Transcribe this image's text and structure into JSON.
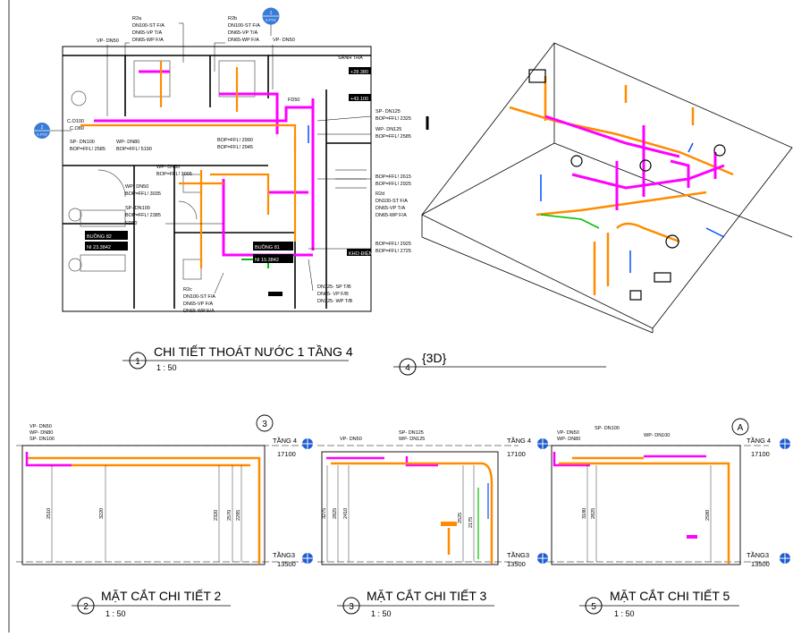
{
  "views": [
    {
      "number": "1",
      "title": "CHI TIẾT THOÁT NƯỚC  1 TẦNG 4",
      "scale": "1 : 50"
    },
    {
      "number": "4",
      "title": "{3D}",
      "scale": ""
    },
    {
      "number": "2",
      "title": "MẶT CẮT CHI TIẾT 2",
      "scale": "1 : 50"
    },
    {
      "number": "3",
      "title": "MẶT CẮT CHI TIẾT 3",
      "scale": "1 : 50"
    },
    {
      "number": "5",
      "title": "MẶT CẮT CHI TIẾT 5",
      "scale": "1 : 50"
    }
  ],
  "plan": {
    "callout_top": {
      "num": "1",
      "sheet": "E.P.02"
    },
    "callout_left": {
      "num": "2",
      "sheet": "E.P.02"
    },
    "tags": {
      "r2a": [
        "R2a",
        "DN100-ST F/A",
        "DN65-VP T/A",
        "DN65-WP F/A"
      ],
      "r2b": [
        "R2b",
        "DN100-ST F/A",
        "DN65-VP T/A",
        "DN65-WP F/A"
      ],
      "vp_dn50_left": "VP- DN50",
      "vp_dn50_right": "VP- DN50",
      "co100": "C.O100",
      "co80": "C.O80",
      "sp_dn100": "SP- DN100",
      "bop_2585": "BOP=FFL! 2585",
      "wp_dn80": "WP- DN80",
      "bop_5190": "BOP=FFL! 5190",
      "sp_dn125": "SP- DN125",
      "bop_2325": "BOP=FFL! 2325",
      "wp_dn125": "WP- DN125",
      "bop_2585b": "BOP=FFL! 2585",
      "bop_2990": "BOP=FFL! 2990",
      "bop_2945": "BOP=FFL! 2945",
      "fd50_top": "FD50",
      "wp_dn80b": "WP- DN80",
      "bop_3005": "BOP=FFL! 3005",
      "wp_dn50": "WP- DN50",
      "bop_3035": "BOP=FFL! 3035",
      "sp_dn100b": "SP- DN100",
      "bop_2385": "BOP=FFL! 2385",
      "fd50": "FD50",
      "bop_2615": "BOP=FFL! 2615",
      "bop_2925": "BOP=FFL! 2925",
      "r2d": [
        "R2d",
        "DN100-ST F/A",
        "DN65-VP T/A",
        "DN65-WP F/A"
      ],
      "bop_2925b": "BOP=FFL! 2925",
      "bop_2725": "BOP=FFL! 2725",
      "r2c": [
        "R2c",
        "DN100-ST F/A",
        "DN65-VP F/A",
        "DN65-WP F/A"
      ],
      "dn125_sp": "DN125- SP T/B",
      "dn65_vp": "DN65- VP F/B",
      "dn125_wp": "DN125- WP T/B",
      "room_82": "BUỒNG 82",
      "room_82_level": "NI  23.3842",
      "room_81": "BUỒNG 81",
      "room_81_level": "NI  15.3842",
      "sanh": "SẢNH TRA",
      "lvl_a": "+28.380",
      "lvl_b": "+43.100",
      "kho": "KHO ĐIỆN"
    }
  },
  "sections": {
    "s2": {
      "marker": "3",
      "labels": [
        "VP- DN50",
        "WP- DN80",
        "SP- DN100"
      ],
      "dims": [
        "2510",
        "3220",
        "2320",
        "2570",
        "2285"
      ],
      "level_top": {
        "name": "TẦNG 4",
        "elev": "17100"
      },
      "level_bot": {
        "name": "TẦNG3",
        "elev": "13500"
      }
    },
    "s3": {
      "labels": [
        "VP- DN50",
        "SP- DN125",
        "WP- DN125"
      ],
      "dims": [
        "3275",
        "2825",
        "2410",
        "2525",
        "2175"
      ],
      "level_top": {
        "name": "TẦNG 4",
        "elev": "17100"
      },
      "level_bot": {
        "name": "TẦNG3",
        "elev": "13500"
      }
    },
    "s5": {
      "marker": "A",
      "labels": [
        "VP- DN50",
        "WP- DN80",
        "SP- DN100",
        "WP- DN100"
      ],
      "dims": [
        "3180",
        "2825",
        "2580"
      ],
      "level_top": {
        "name": "TẦNG 4",
        "elev": "17100"
      },
      "level_bot": {
        "name": "TẦNG3",
        "elev": "13500"
      }
    }
  },
  "colors": {
    "sp": "#ff00ff",
    "wp": "#ff8c00",
    "vp": "#00c000",
    "blue": "#0050ff",
    "callout": "#3a7bd5"
  }
}
